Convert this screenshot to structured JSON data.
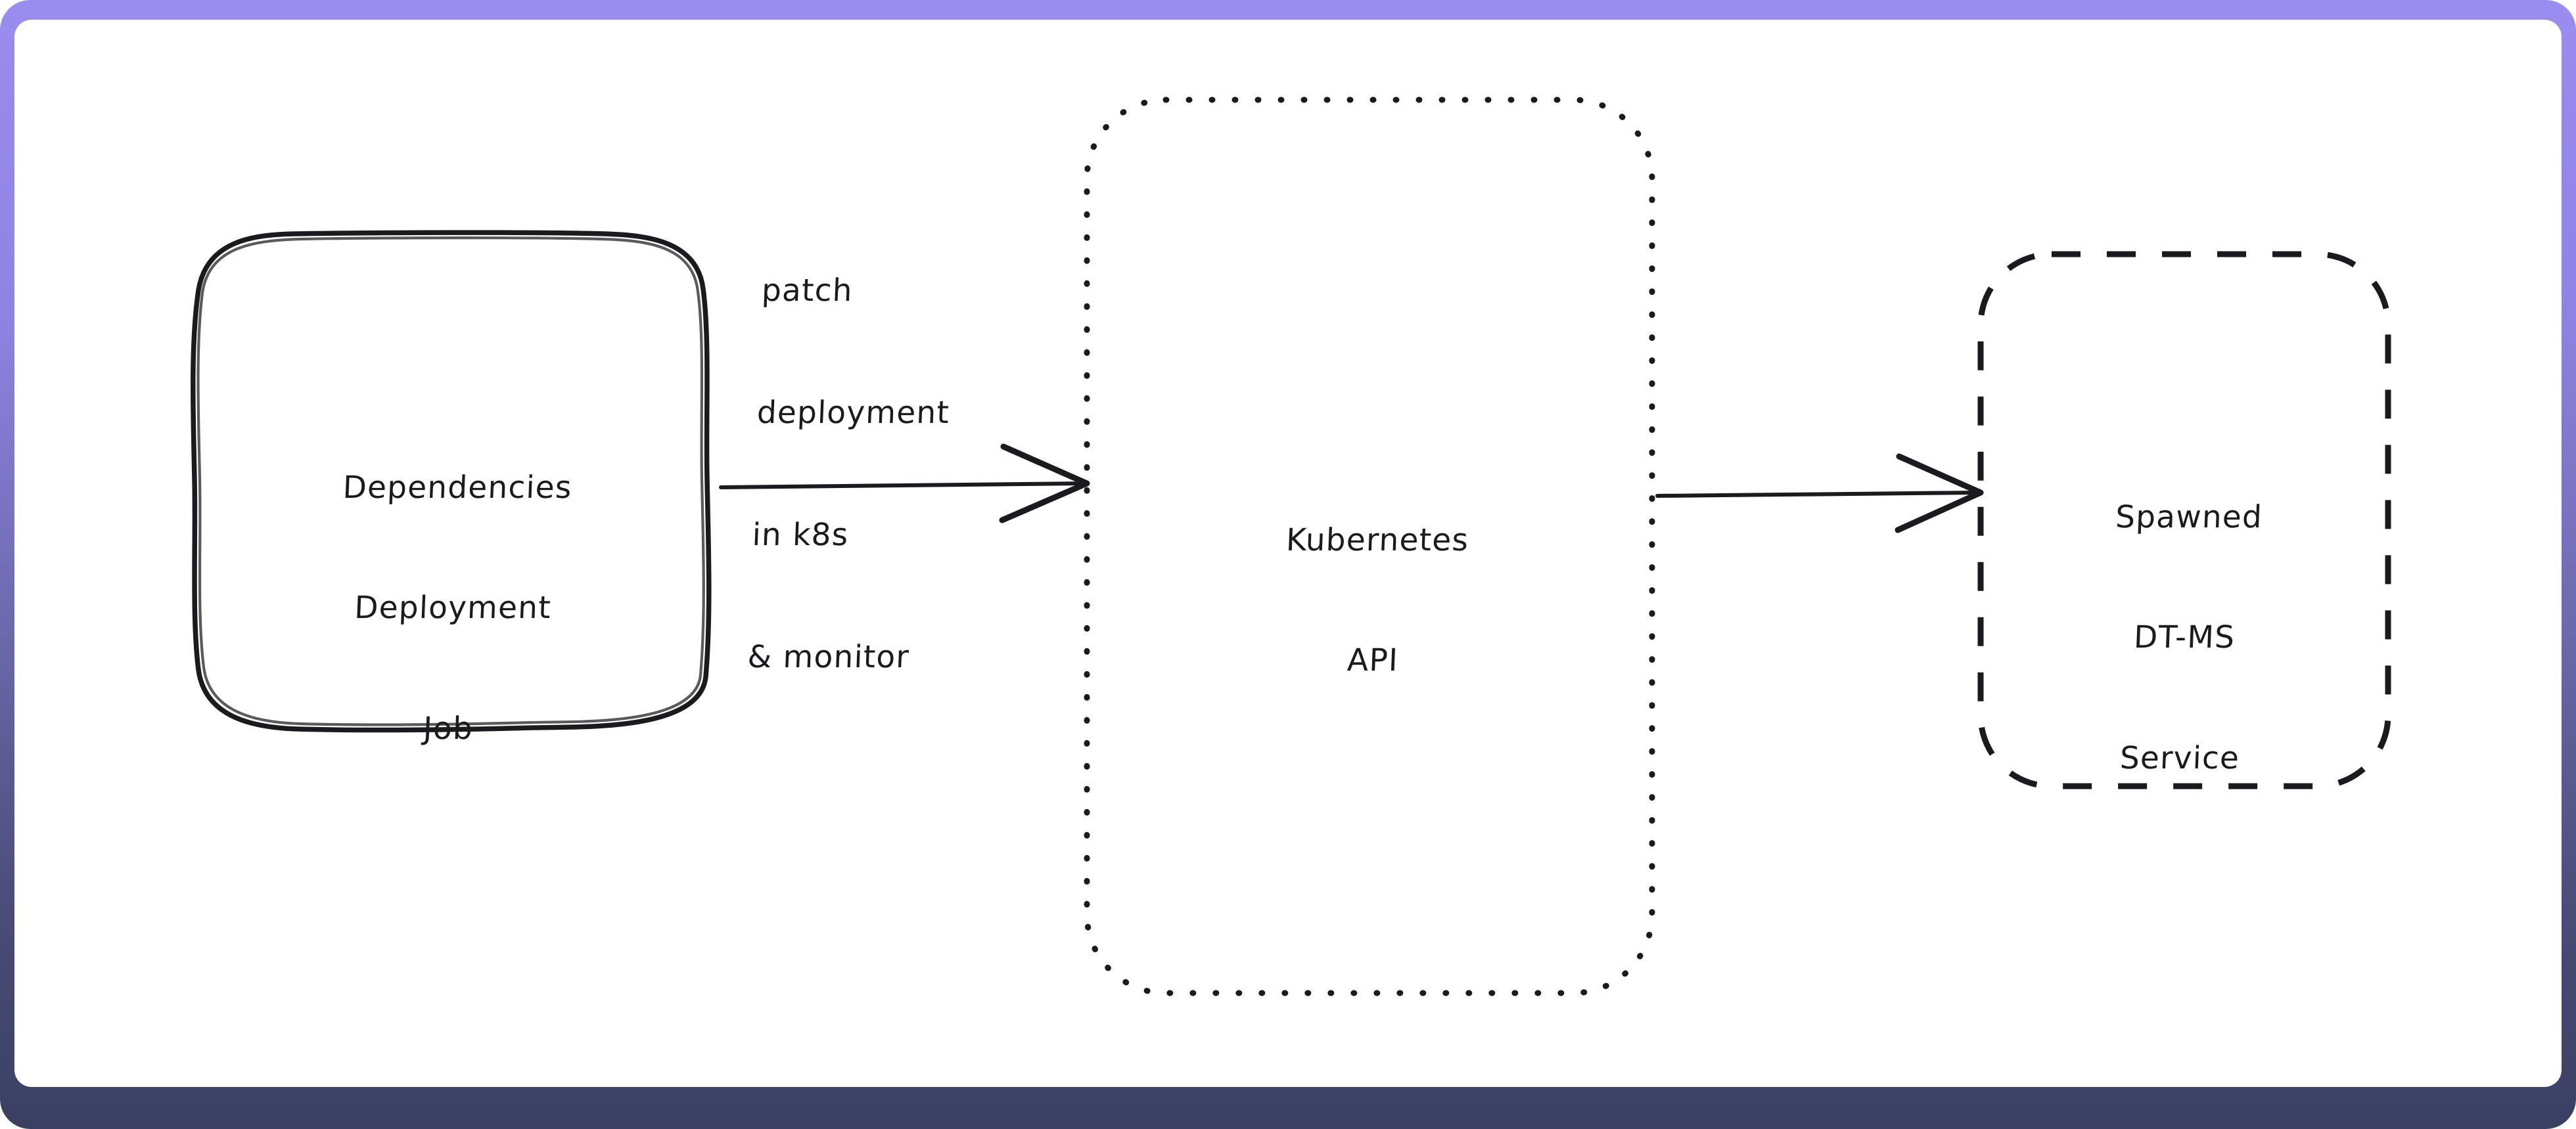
{
  "diagram": {
    "type": "flowchart",
    "style": "hand-drawn",
    "background_color": "#ffffff",
    "frame_gradient_top": "#9b8cf0",
    "frame_gradient_bottom": "#3a4062",
    "stroke_color": "#1b1b1f",
    "nodes": [
      {
        "id": "dependencies-deployment-job",
        "label_lines": [
          "Dependencies",
          "Deployment",
          "Job"
        ],
        "border_style": "solid",
        "shape": "rounded-rectangle"
      },
      {
        "id": "kubernetes-api",
        "label_lines": [
          "Kubernetes",
          "API"
        ],
        "border_style": "dotted",
        "shape": "rounded-rectangle"
      },
      {
        "id": "spawned-dt-ms-service",
        "label_lines": [
          "Spawned",
          "DT-MS",
          "Service"
        ],
        "border_style": "dashed",
        "shape": "rounded-rectangle"
      }
    ],
    "edges": [
      {
        "id": "edge-job-to-k8s",
        "from": "dependencies-deployment-job",
        "to": "kubernetes-api",
        "label_lines": [
          "patch",
          "deployment",
          "in k8s",
          "& monitor"
        ],
        "arrowhead": "open-v"
      },
      {
        "id": "edge-k8s-to-service",
        "from": "kubernetes-api",
        "to": "spawned-dt-ms-service",
        "label_lines": [],
        "arrowhead": "open-v"
      }
    ]
  }
}
